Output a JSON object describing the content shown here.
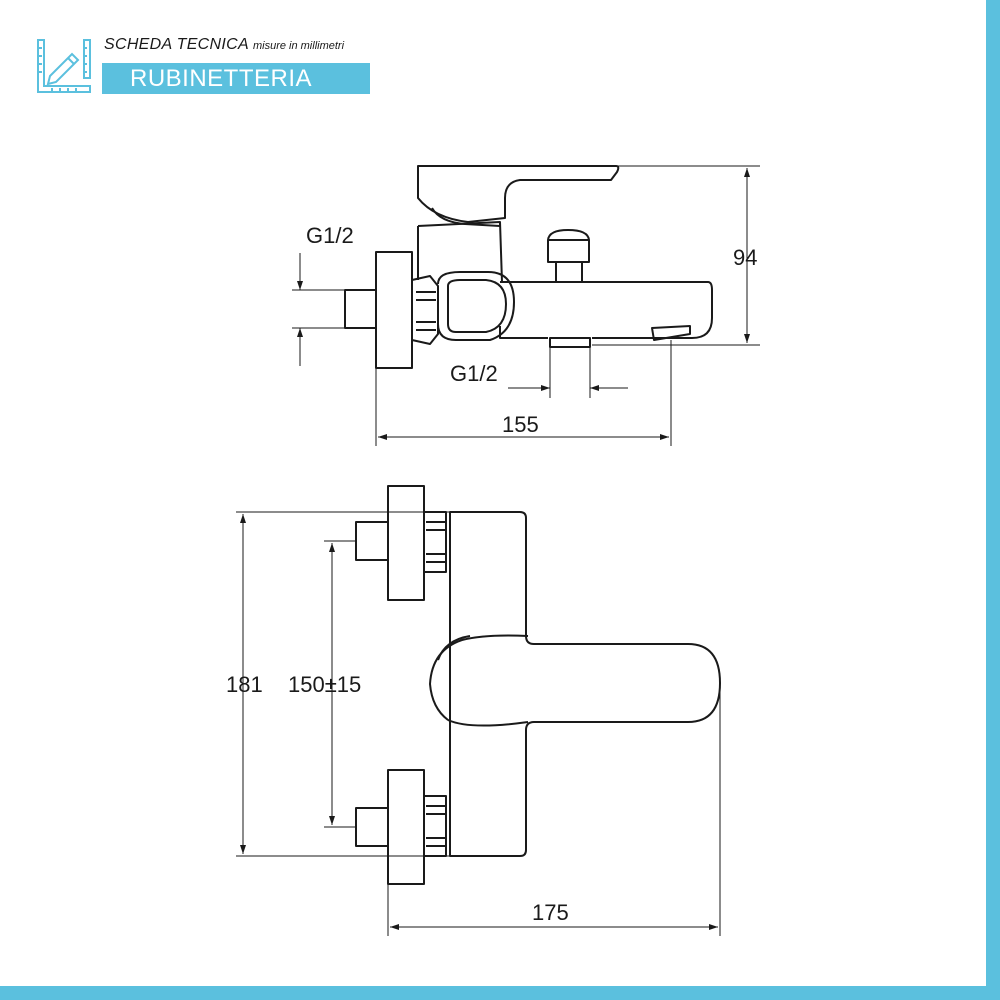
{
  "header": {
    "title": "SCHEDA TECNICA",
    "subtitle": "misure in millimetri",
    "category": "RUBINETTERIA",
    "icon": "ruler-pencil-icon",
    "accent_color": "#5bc0de"
  },
  "side_view": {
    "dim_inlet_thread": "G1/2",
    "dim_outlet_thread": "G1/2",
    "dim_height": "94",
    "dim_depth": "155"
  },
  "top_view": {
    "dim_overall_height": "181",
    "dim_center_distance": "150±15",
    "dim_width": "175"
  }
}
